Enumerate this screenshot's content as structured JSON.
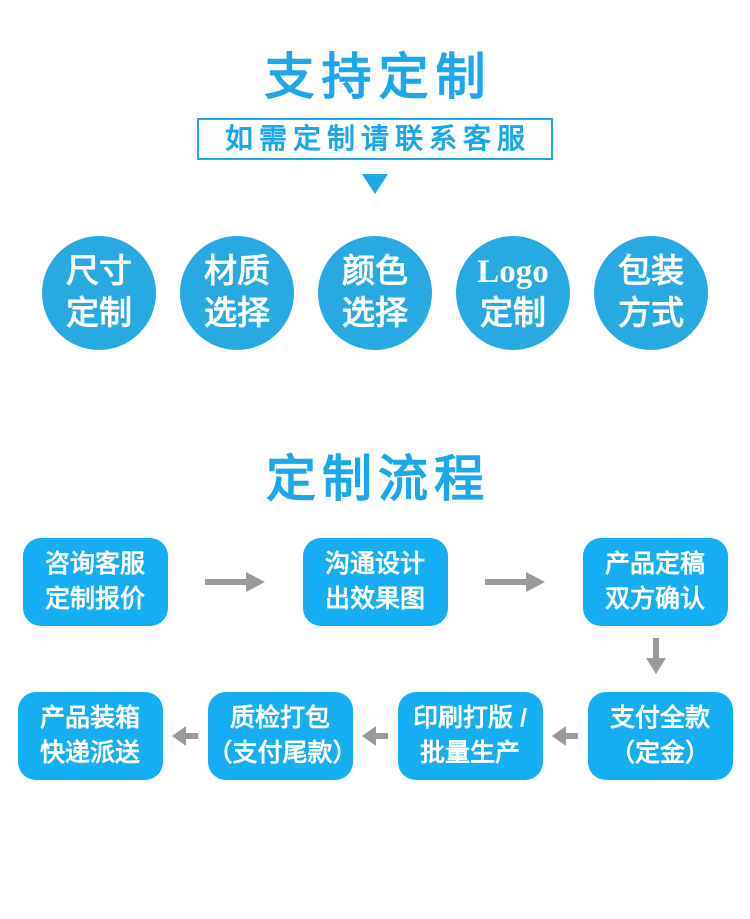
{
  "colors": {
    "title_blue": "#1ba7e9",
    "circle_blue": "#29a9e2",
    "box_blue": "#16aef2",
    "arrow_gray": "#9a9a9a"
  },
  "header": {
    "title": "支持定制",
    "note": "如需定制请联系客服"
  },
  "options": [
    "尺寸\n定制",
    "材质\n选择",
    "颜色\n选择",
    "Logo\n定制",
    "包装\n方式"
  ],
  "process": {
    "title": "定制流程",
    "top_row": [
      "咨询客服\n定制报价",
      "沟通设计\n出效果图",
      "产品定稿\n双方确认"
    ],
    "bottom_row": [
      "产品装箱\n快递派送",
      "质检打包\n（支付尾款）",
      "印刷打版 /\n批量生产",
      "支付全款\n（定金）"
    ]
  }
}
